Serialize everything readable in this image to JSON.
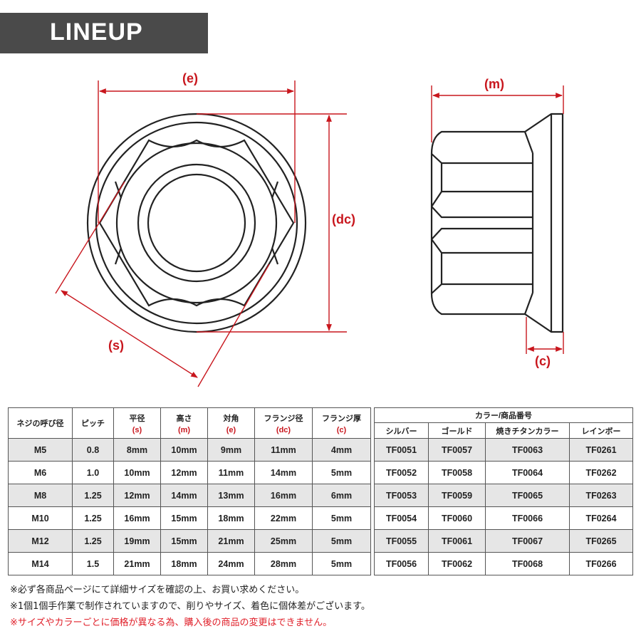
{
  "banner": {
    "title": "LINEUP"
  },
  "diagram": {
    "labels": {
      "e": "(e)",
      "dc": "(dc)",
      "s": "(s)",
      "m": "(m)",
      "c": "(c)"
    },
    "colors": {
      "dimension": "#c8161d",
      "outline": "#222222"
    }
  },
  "table": {
    "headers": {
      "thread": "ネジの呼び径",
      "pitch": "ピッチ",
      "s": {
        "name": "平径",
        "code": "(s)"
      },
      "m": {
        "name": "高さ",
        "code": "(m)"
      },
      "e": {
        "name": "対角",
        "code": "(e)"
      },
      "dc": {
        "name": "フランジ径",
        "code": "(dc)"
      },
      "c": {
        "name": "フランジ厚",
        "code": "(c)"
      },
      "color_group": "カラー/商品番号",
      "colors": [
        "シルバー",
        "ゴールド",
        "焼きチタンカラー",
        "レインボー"
      ]
    },
    "rows": [
      {
        "thread": "M5",
        "pitch": "0.8",
        "s": "8mm",
        "m": "10mm",
        "e": "9mm",
        "dc": "11mm",
        "c": "4mm",
        "codes": [
          "TF0051",
          "TF0057",
          "TF0063",
          "TF0261"
        ]
      },
      {
        "thread": "M6",
        "pitch": "1.0",
        "s": "10mm",
        "m": "12mm",
        "e": "11mm",
        "dc": "14mm",
        "c": "5mm",
        "codes": [
          "TF0052",
          "TF0058",
          "TF0064",
          "TF0262"
        ]
      },
      {
        "thread": "M8",
        "pitch": "1.25",
        "s": "12mm",
        "m": "14mm",
        "e": "13mm",
        "dc": "16mm",
        "c": "6mm",
        "codes": [
          "TF0053",
          "TF0059",
          "TF0065",
          "TF0263"
        ]
      },
      {
        "thread": "M10",
        "pitch": "1.25",
        "s": "16mm",
        "m": "15mm",
        "e": "18mm",
        "dc": "22mm",
        "c": "5mm",
        "codes": [
          "TF0054",
          "TF0060",
          "TF0066",
          "TF0264"
        ]
      },
      {
        "thread": "M12",
        "pitch": "1.25",
        "s": "19mm",
        "m": "15mm",
        "e": "21mm",
        "dc": "25mm",
        "c": "5mm",
        "codes": [
          "TF0055",
          "TF0061",
          "TF0067",
          "TF0265"
        ]
      },
      {
        "thread": "M14",
        "pitch": "1.5",
        "s": "21mm",
        "m": "18mm",
        "e": "24mm",
        "dc": "28mm",
        "c": "5mm",
        "codes": [
          "TF0056",
          "TF0062",
          "TF0068",
          "TF0266"
        ]
      }
    ]
  },
  "notes": [
    "※必ず各商品ページにて詳細サイズを確認の上、お買い求めください。",
    "※1個1個手作業で制作されていますので、削りやサイズ、着色に個体差がございます。",
    "※サイズやカラーごとに価格が異なる為、購入後の商品の変更はできません。"
  ]
}
